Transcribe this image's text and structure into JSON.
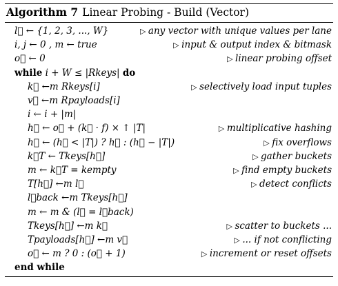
{
  "algorithm": {
    "label": "Algorithm 7",
    "title": "Linear Probing - Build (Vector)",
    "lines": [
      {
        "code": "l⃗ ← {1, 2, 3, ..., W}",
        "comment": "any vector with unique values per lane"
      },
      {
        "code": "i, j ← 0 , m ← true",
        "comment": "input & output index & bitmask"
      },
      {
        "code": "o⃗ ← 0",
        "comment": "linear probing offset"
      },
      {
        "keyword": "while",
        "code": "i + W ≤ |Rkeys|",
        "keyword_end": "do"
      },
      {
        "code": "k⃗ ←m Rkeys[i]",
        "comment": "selectively load input tuples"
      },
      {
        "code": "v⃗ ←m Rpayloads[i]",
        "comment": ""
      },
      {
        "code": "i ← i + |m|",
        "comment": ""
      },
      {
        "code": "h⃗ ← o⃗ + (k⃗ · f) × ↑ |T|",
        "comment": "multiplicative hashing"
      },
      {
        "code": "h⃗ ← (h⃗ < |T|) ? h⃗ : (h⃗ − |T|)",
        "comment": "fix overflows"
      },
      {
        "code": "k⃗T ← Tkeys[h⃗]",
        "comment": "gather buckets"
      },
      {
        "code": "m ← k⃗T = kempty",
        "comment": "find empty buckets"
      },
      {
        "code": "T[h⃗] ←m l⃗",
        "comment": "detect conflicts"
      },
      {
        "code": "l⃗back ←m Tkeys[h⃗]",
        "comment": ""
      },
      {
        "code": "m ← m & (l⃗ = l⃗back)",
        "comment": ""
      },
      {
        "code": "Tkeys[h⃗] ←m k⃗",
        "comment": "scatter to buckets ..."
      },
      {
        "code": "Tpayloads[h⃗] ←m v⃗",
        "comment": "... if not conflicting"
      },
      {
        "code": "o⃗ ← m ? 0 : (o⃗ + 1)",
        "comment": "increment or reset offsets"
      },
      {
        "keyword": "end while"
      }
    ]
  }
}
